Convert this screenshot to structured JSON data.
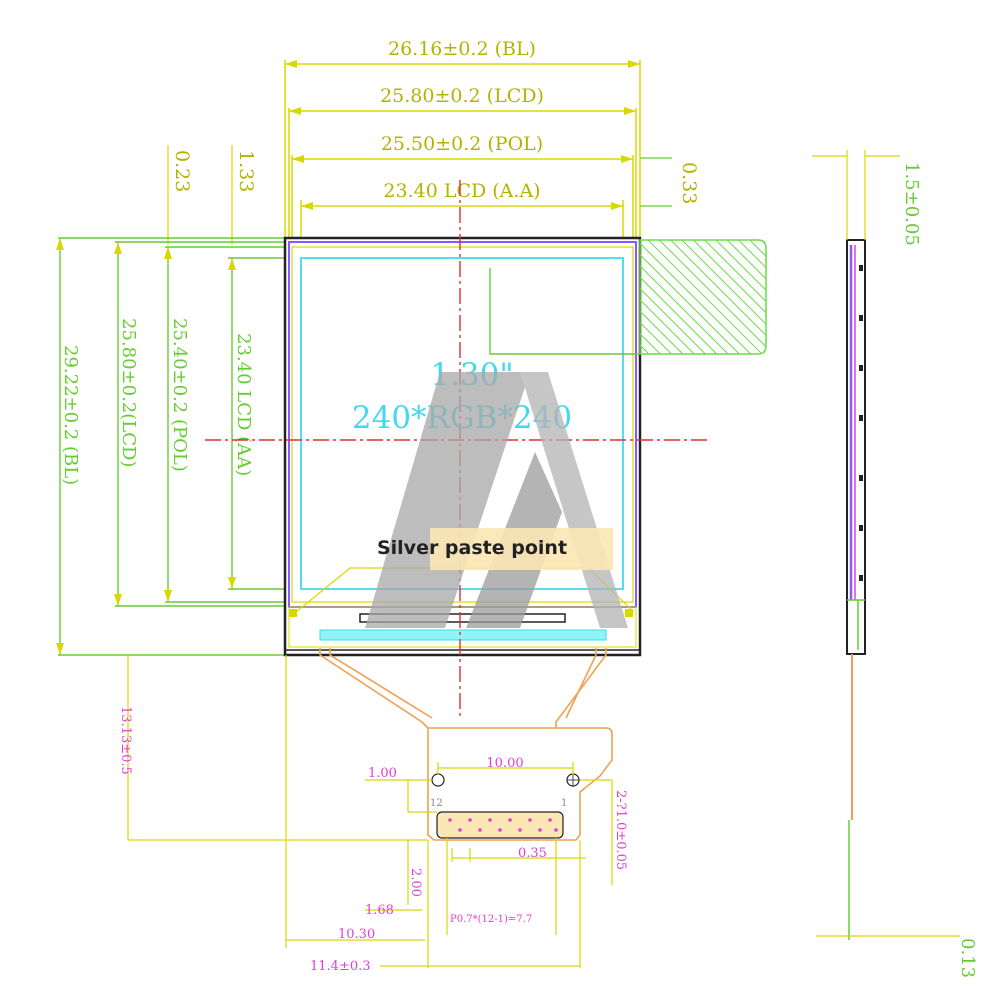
{
  "dimensions": {
    "bl_width": "26.16±0.2 (BL)",
    "lcd_width": "25.80±0.2 (LCD)",
    "pol_width": "25.50±0.2 (POL)",
    "aa_width": "23.40 LCD (A.A)",
    "offset_023": "0.23",
    "offset_133": "1.33",
    "offset_033": "0.33",
    "bl_height": "29.22±0.2 (BL)",
    "lcd_height": "25.80±0.2(LCD)",
    "pol_height": "25.40±0.2 (POL)",
    "aa_height": "23.40 LCD (AA)",
    "thickness": "1.5±0.05",
    "fpc_length": "13.13±0.5",
    "hole_pitch": "10.00",
    "hole_offset": "1.00",
    "hole_dia": "2-?1.0±0.05",
    "pin_width": "0.35",
    "pin_gap": "2.00",
    "pin_offset": "1.68",
    "pin_pitch": "P0.7*(12-1)=7.7",
    "fpc_offset": "10.30",
    "fpc_width": "11.4±0.3",
    "fpc_thickness": "0.13"
  },
  "panel": {
    "size": "1.30\"",
    "resolution": "240*RGB*240"
  },
  "pins": {
    "first": "1",
    "last": "12"
  },
  "callout": "Silver paste point",
  "colors": {
    "dimension_yellow": "#d8d800",
    "dimension_green": "#66cc33",
    "magenta": "#e040d0",
    "cyan": "#44d8ee",
    "fpc_orange": "#f0a050",
    "centerline_red": "#e03030",
    "hatch_green": "#66dd44",
    "callout_bg": "#fbe6b4"
  }
}
